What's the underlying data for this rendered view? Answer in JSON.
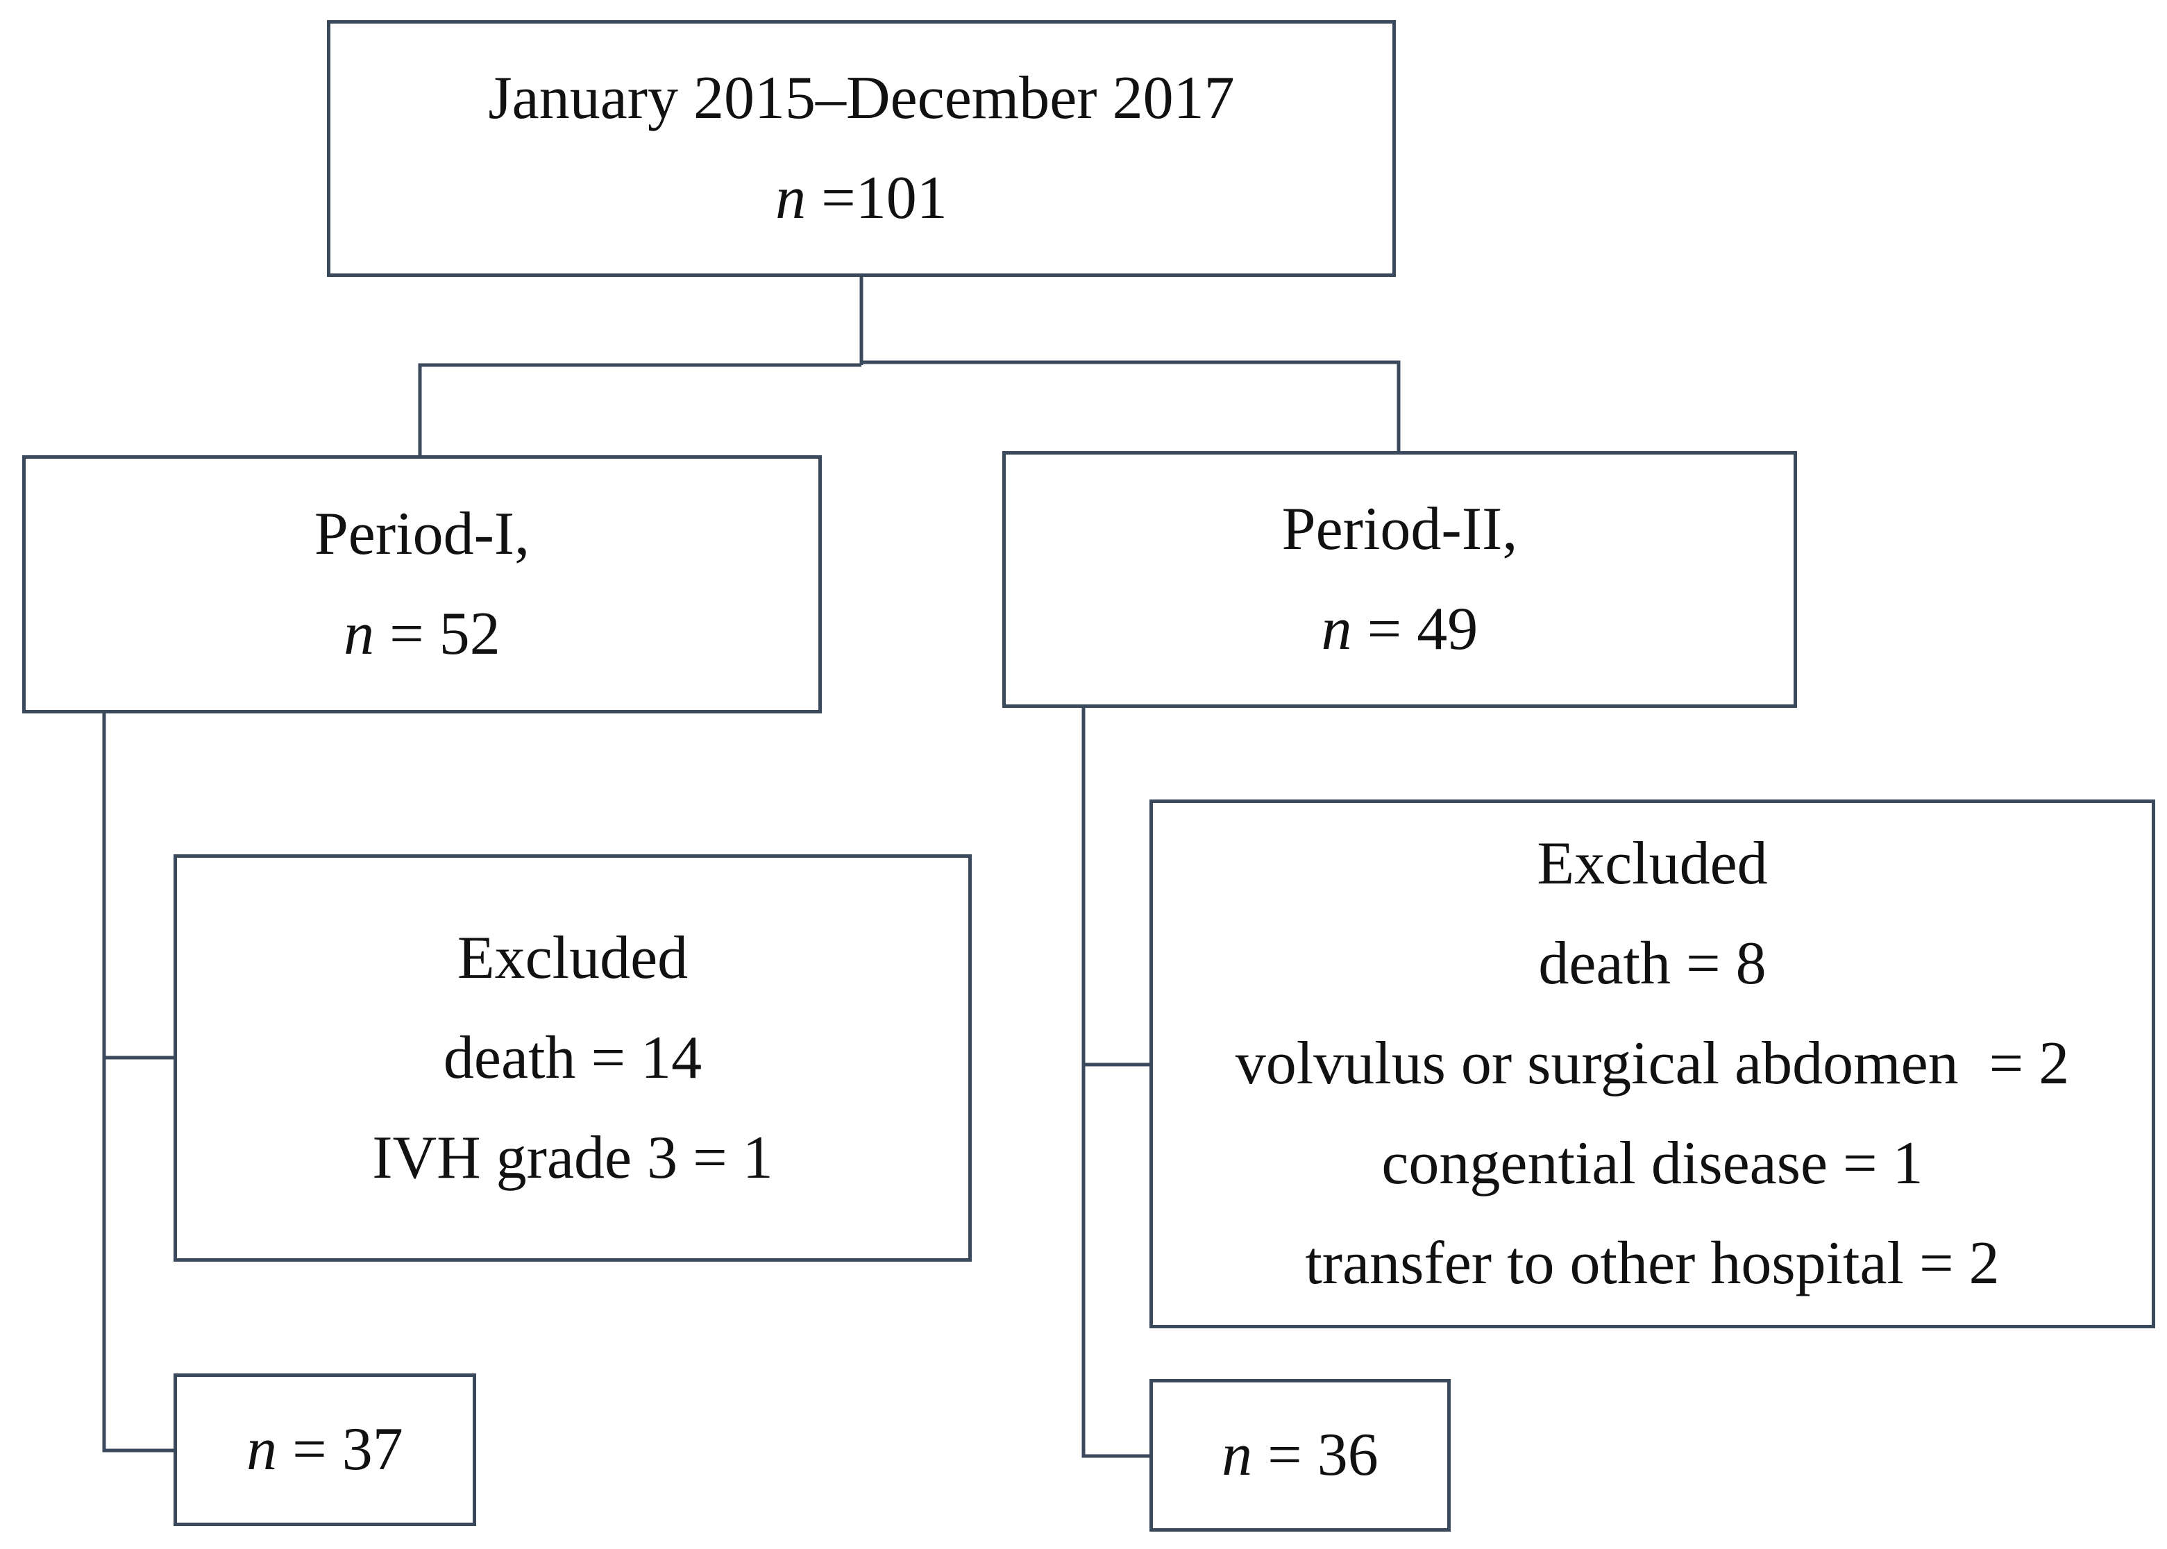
{
  "colors": {
    "border": "#3a4a5c",
    "text": "#111111",
    "background": "#ffffff"
  },
  "top": {
    "period": "January 2015–December 2017",
    "n_symbol": "n",
    "n_value": " =101"
  },
  "period1": {
    "title": "Period-I,",
    "n_symbol": "n",
    "n_value": " = 52",
    "excluded": {
      "heading": "Excluded",
      "items": [
        "death = 14",
        "IVH grade 3 = 1"
      ]
    },
    "final_n_symbol": "n",
    "final_n_value": " = 37"
  },
  "period2": {
    "title": "Period-II,",
    "n_symbol": "n",
    "n_value": " = 49",
    "excluded": {
      "heading": "Excluded",
      "items": [
        "death = 8",
        "volvulus or surgical abdomen  = 2",
        "congential disease = 1",
        "transfer to other hospital = 2"
      ]
    },
    "final_n_symbol": "n",
    "final_n_value": " = 36"
  }
}
